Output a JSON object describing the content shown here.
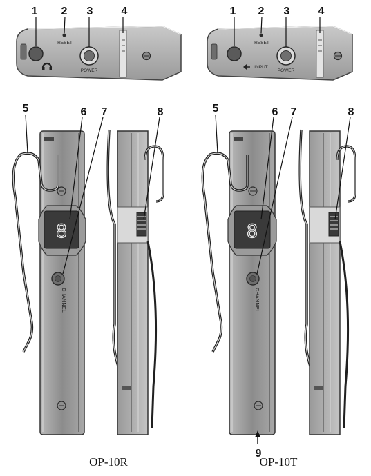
{
  "labels": {
    "n1": "1",
    "n2": "2",
    "n3": "3",
    "n4": "4",
    "n5": "5",
    "n6": "6",
    "n7": "7",
    "n8": "8",
    "n9": "9"
  },
  "panel_text": {
    "reset": "RESET",
    "power": "POWER",
    "input": "INPUT",
    "channel": "CHANNEL",
    "display_digit": "8"
  },
  "captions": {
    "left": "OP-10R",
    "right": "OP-10T"
  }
}
